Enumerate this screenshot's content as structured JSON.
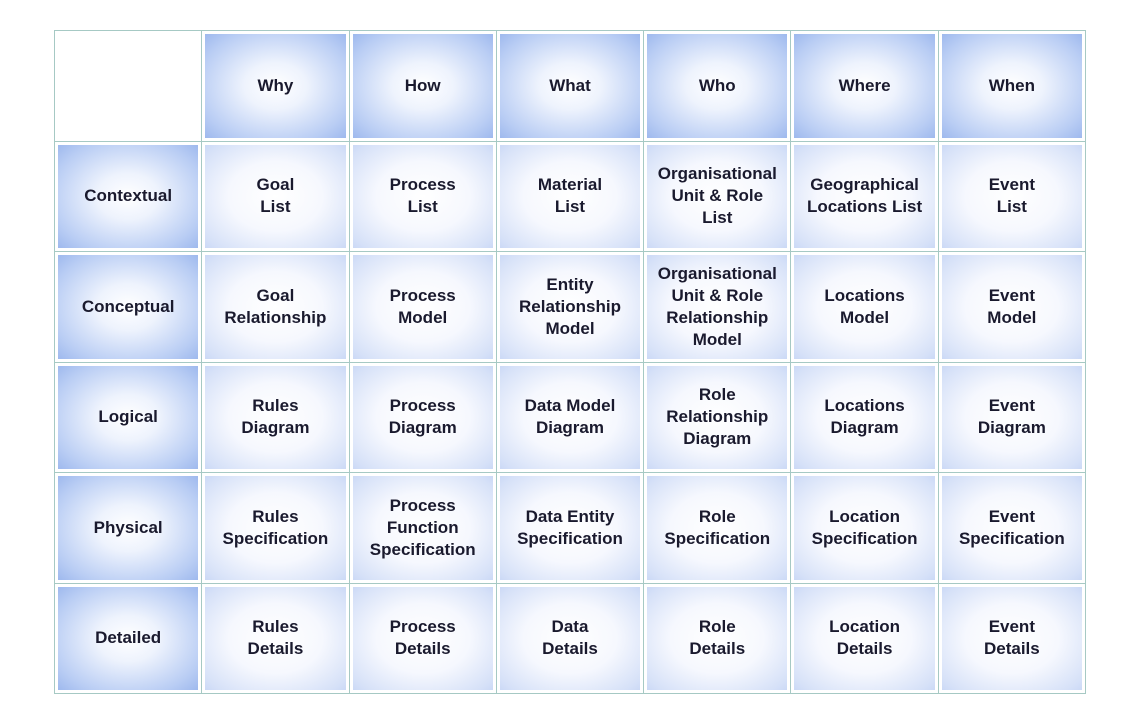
{
  "matrix": {
    "columns": [
      "Why",
      "How",
      "What",
      "Who",
      "Where",
      "When"
    ],
    "rows": [
      {
        "label": "Contextual",
        "cells": [
          "Goal\nList",
          "Process\nList",
          "Material\nList",
          "Organisational\nUnit & Role\nList",
          "Geographical\nLocations List",
          "Event\nList"
        ]
      },
      {
        "label": "Conceptual",
        "cells": [
          "Goal\nRelationship",
          "Process\nModel",
          "Entity\nRelationship\nModel",
          "Organisational\nUnit & Role\nRelationship\nModel",
          "Locations\nModel",
          "Event\nModel"
        ]
      },
      {
        "label": "Logical",
        "cells": [
          "Rules\nDiagram",
          "Process\nDiagram",
          "Data Model\nDiagram",
          "Role\nRelationship\nDiagram",
          "Locations\nDiagram",
          "Event\nDiagram"
        ]
      },
      {
        "label": "Physical",
        "cells": [
          "Rules\nSpecification",
          "Process\nFunction\nSpecification",
          "Data Entity\nSpecification",
          "Role\nSpecification",
          "Location\nSpecification",
          "Event\nSpecification"
        ]
      },
      {
        "label": "Detailed",
        "cells": [
          "Rules\nDetails",
          "Process\nDetails",
          "Data\nDetails",
          "Role\nDetails",
          "Location\nDetails",
          "Event\nDetails"
        ]
      }
    ]
  }
}
